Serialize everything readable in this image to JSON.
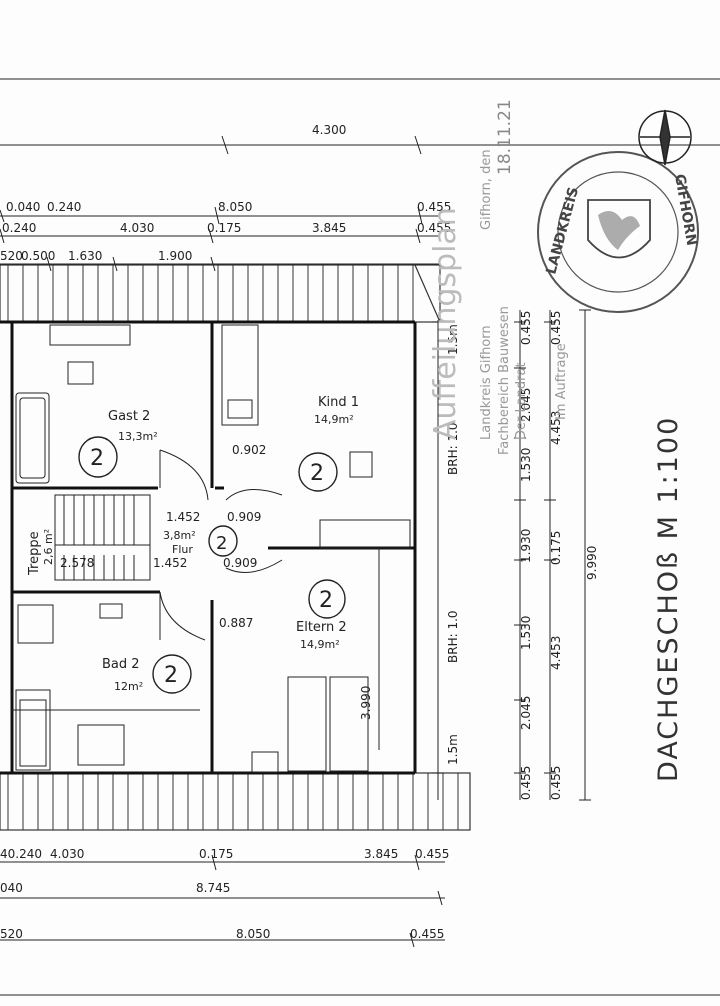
{
  "title": "DACHGESCHOß M 1:100",
  "rooms": [
    {
      "name": "Gast 2",
      "area": "13,3m²",
      "mark": "2"
    },
    {
      "name": "Kind 1",
      "area": "14,9m²",
      "mark": "2"
    },
    {
      "name": "Treppe",
      "area": "2,6 m²"
    },
    {
      "name": "Flur",
      "area": "3,8m²",
      "mark": "2"
    },
    {
      "name": "Bad 2",
      "area": "12m²",
      "mark": "2"
    },
    {
      "name": "Eltern 2",
      "area": "14,9m²",
      "mark": "2"
    }
  ],
  "dims_top": {
    "d4300": "4.300",
    "d0040": "0.040",
    "d0240a": "0.240",
    "d8050": "8.050",
    "d0455a": "0.455",
    "d0240b": "0.240",
    "d4030": "4.030",
    "d0175": "0.175",
    "d3845": "3.845",
    "d0455b": "0.455",
    "d0520": "520",
    "d0500": "0.500",
    "d1630": "1.630",
    "d1900": "1.900"
  },
  "dims_inner": {
    "d0902": "0.902",
    "d1452a": "1.452",
    "d0909a": "0.909",
    "d2578": "2.578",
    "d1452b": "1.452",
    "d0909b": "0.909",
    "d0887": "0.887",
    "d3990": "3.990"
  },
  "dims_bottom": {
    "b0240": "40.240",
    "b4030": "4.030",
    "b0175": "0.175",
    "b3845": "3.845",
    "b0455a": "0.455",
    "b0040": "040",
    "b8745": "8.745",
    "b0520": "520",
    "b8050": "8.050",
    "b0455b": "0.455"
  },
  "dims_right": {
    "r0455a": "0.455",
    "r2045a": "2.045",
    "r1530a": "1.530",
    "r1930": "1.930",
    "r0175": "0.175",
    "r1530b": "1.530",
    "r2045b": "2.045",
    "r0455b": "0.455",
    "s0455a": "0.455",
    "s4453a": "4.453",
    "s0175": "0.175",
    "s4453b": "4.453",
    "s0455b": "0.455",
    "total": "9.990",
    "brh1": "BRH: 1.0",
    "brh2": "BRH: 1.0",
    "h1": "1.5m",
    "h2": "1.5m"
  },
  "stamp": {
    "big": "Auffeilungsplan",
    "line1": "Landkreis Gifhorn",
    "line2": "Fachbereich Bauwesen",
    "line3": "Der Landrat",
    "line4": "Im Auftrage",
    "place": "Gifhorn, den",
    "date": "18.11.21",
    "seal_top": "LANDKREIS",
    "seal_bottom": "GIFHORN"
  }
}
